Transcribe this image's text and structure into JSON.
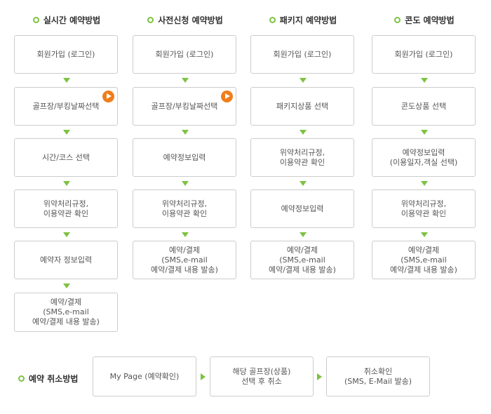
{
  "columns": [
    {
      "title": "실시간 예약방법",
      "steps": [
        "회원가입 (로그인)",
        "골프장/부킹날짜선택",
        "시간/코스 선택",
        "위약처리규정,\n이용약관 확인",
        "예약자 정보입력",
        "예약/결제\n(SMS,e-mail\n예약/결제 내용 발송)"
      ]
    },
    {
      "title": "사전신청 예약방법",
      "steps": [
        "회원가입 (로그인)",
        "골프장/부킹날짜선택",
        "예약정보입력",
        "위약처리규정,\n이용약관 확인",
        "예약/결제\n(SMS,e-mail\n예약/결제 내용 발송)"
      ]
    },
    {
      "title": "패키지 예약방법",
      "steps": [
        "회원가입 (로그인)",
        "패키지상품 선택",
        "위약처리규정,\n이용약관 확인",
        "예약정보입력",
        "예약/결제\n(SMS,e-mail\n예약/결제 내용 발송)"
      ]
    },
    {
      "title": "콘도 예약방법",
      "steps": [
        "회원가입 (로그인)",
        "콘도상품 선택",
        "예약정보입력\n(이용일자,객실 선택)",
        "위약처리규정,\n이용약관 확인",
        "예약/결제\n(SMS,e-mail\n예약/결제 내용 발송)"
      ]
    }
  ],
  "cancel": {
    "title": "예약 취소방법",
    "steps": [
      "My Page (예약확인)",
      "해당 골프장(상품)\n선택 후 취소",
      "취소확인\n(SMS, E-Mail 발송)"
    ]
  },
  "colors": {
    "accent": "#7dc242",
    "play": "#f07d1a",
    "border": "#cccccc"
  }
}
